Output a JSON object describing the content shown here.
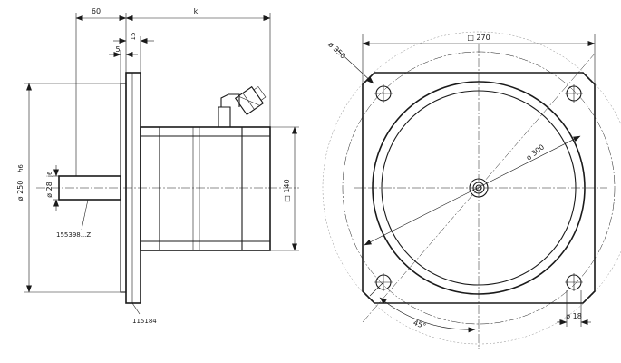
{
  "side_view": {
    "dim_flange_offset": "60",
    "dim_length": "k",
    "dim_flange_thickness": "15",
    "dim_spigot": "5",
    "dim_spigot_diameter": "ø 250",
    "dim_spigot_tolerance": "ℎ6",
    "dim_shaft_diameter": "ø 28",
    "dim_shaft_tolerance": "j6",
    "dim_body_square": "□ 140",
    "shaft_ref": "155398...Z",
    "flange_ref": "115184"
  },
  "front_view": {
    "dim_bolt_circle_outer": "ø 350",
    "dim_flange_square": "□ 270",
    "dim_pitch_circle": "ø 300",
    "dim_hole": "ø 18",
    "dim_angle": "45°"
  }
}
